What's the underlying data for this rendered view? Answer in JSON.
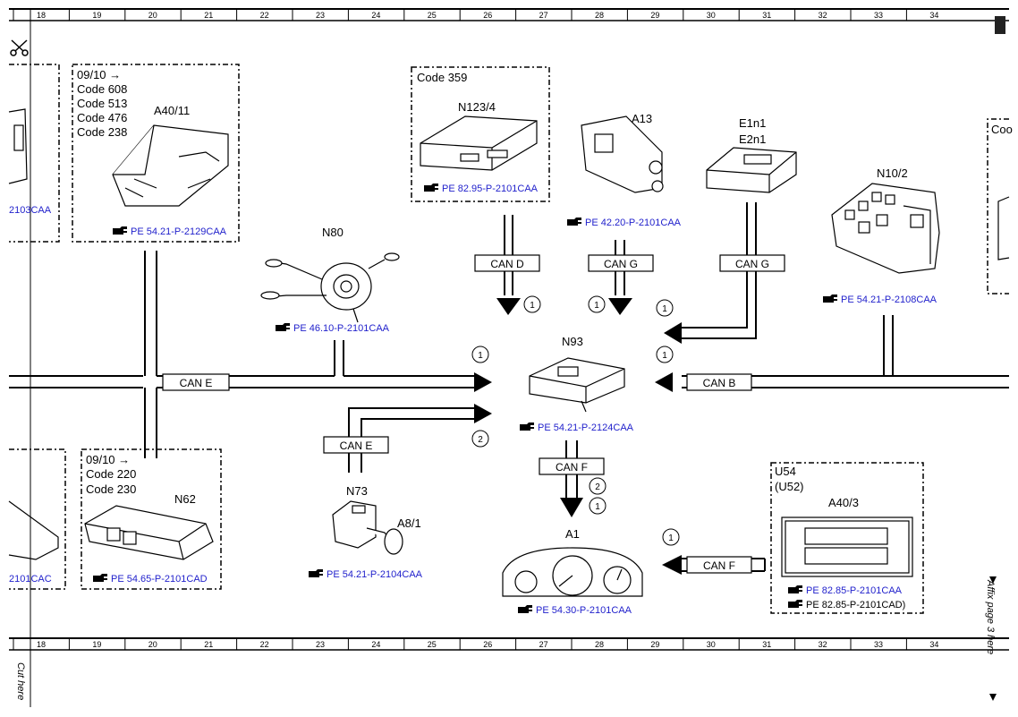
{
  "ruler": {
    "columns": [
      "18",
      "19",
      "20",
      "21",
      "22",
      "23",
      "24",
      "25",
      "26",
      "27",
      "28",
      "29",
      "30",
      "31",
      "32",
      "33",
      "34"
    ]
  },
  "side_text": {
    "cut": "Cut here",
    "affix": "Affix page 3 here"
  },
  "markers": {
    "one": "1",
    "two": "2"
  },
  "components": {
    "a40_11": {
      "code_lines": [
        "09/10 →",
        "Code 608",
        "Code 513",
        "Code 476",
        "Code 238"
      ],
      "label": "A40/11",
      "ref": "PE 54.21-P-2129CAA"
    },
    "left_partial_top": {
      "ref": "2103CAA"
    },
    "n123_4": {
      "code": "Code 359",
      "label": "N123/4",
      "ref": "PE 82.95-P-2101CAA"
    },
    "a13": {
      "label": "A13",
      "ref": "PE 42.20-P-2101CAA"
    },
    "e1n1": {
      "label": "E1n1",
      "label2": "E2n1"
    },
    "n10_2": {
      "label": "N10/2",
      "ref": "PE 54.21-P-2108CAA"
    },
    "right_partial_top": {
      "label": "Coo"
    },
    "n80": {
      "label": "N80",
      "ref": "PE 46.10-P-2101CAA"
    },
    "n93": {
      "label": "N93",
      "ref": "PE 54.21-P-2124CAA"
    },
    "n62": {
      "code_lines": [
        "09/10 →",
        "Code 220",
        "Code 230"
      ],
      "label": "N62",
      "ref": "PE 54.65-P-2101CAD"
    },
    "left_partial_bottom": {
      "ref": "2101CAC"
    },
    "n73": {
      "label": "N73",
      "label2": "A8/1",
      "ref": "PE 54.21-P-2104CAA"
    },
    "a1": {
      "label": "A1",
      "ref": "PE 54.30-P-2101CAA"
    },
    "u54": {
      "code_lines": [
        "U54",
        "(U52)"
      ],
      "label": "A40/3",
      "ref": "PE 82.85-P-2101CAA",
      "ref2": "PE 82.85-P-2101CAD)"
    }
  },
  "buses": {
    "can_d": "CAN D",
    "can_g1": "CAN G",
    "can_g2": "CAN G",
    "can_e1": "CAN E",
    "can_e2": "CAN E",
    "can_b": "CAN B",
    "can_f1": "CAN F",
    "can_f2": "CAN F"
  },
  "colors": {
    "ref_link": "#2222cc",
    "line": "#000000"
  }
}
